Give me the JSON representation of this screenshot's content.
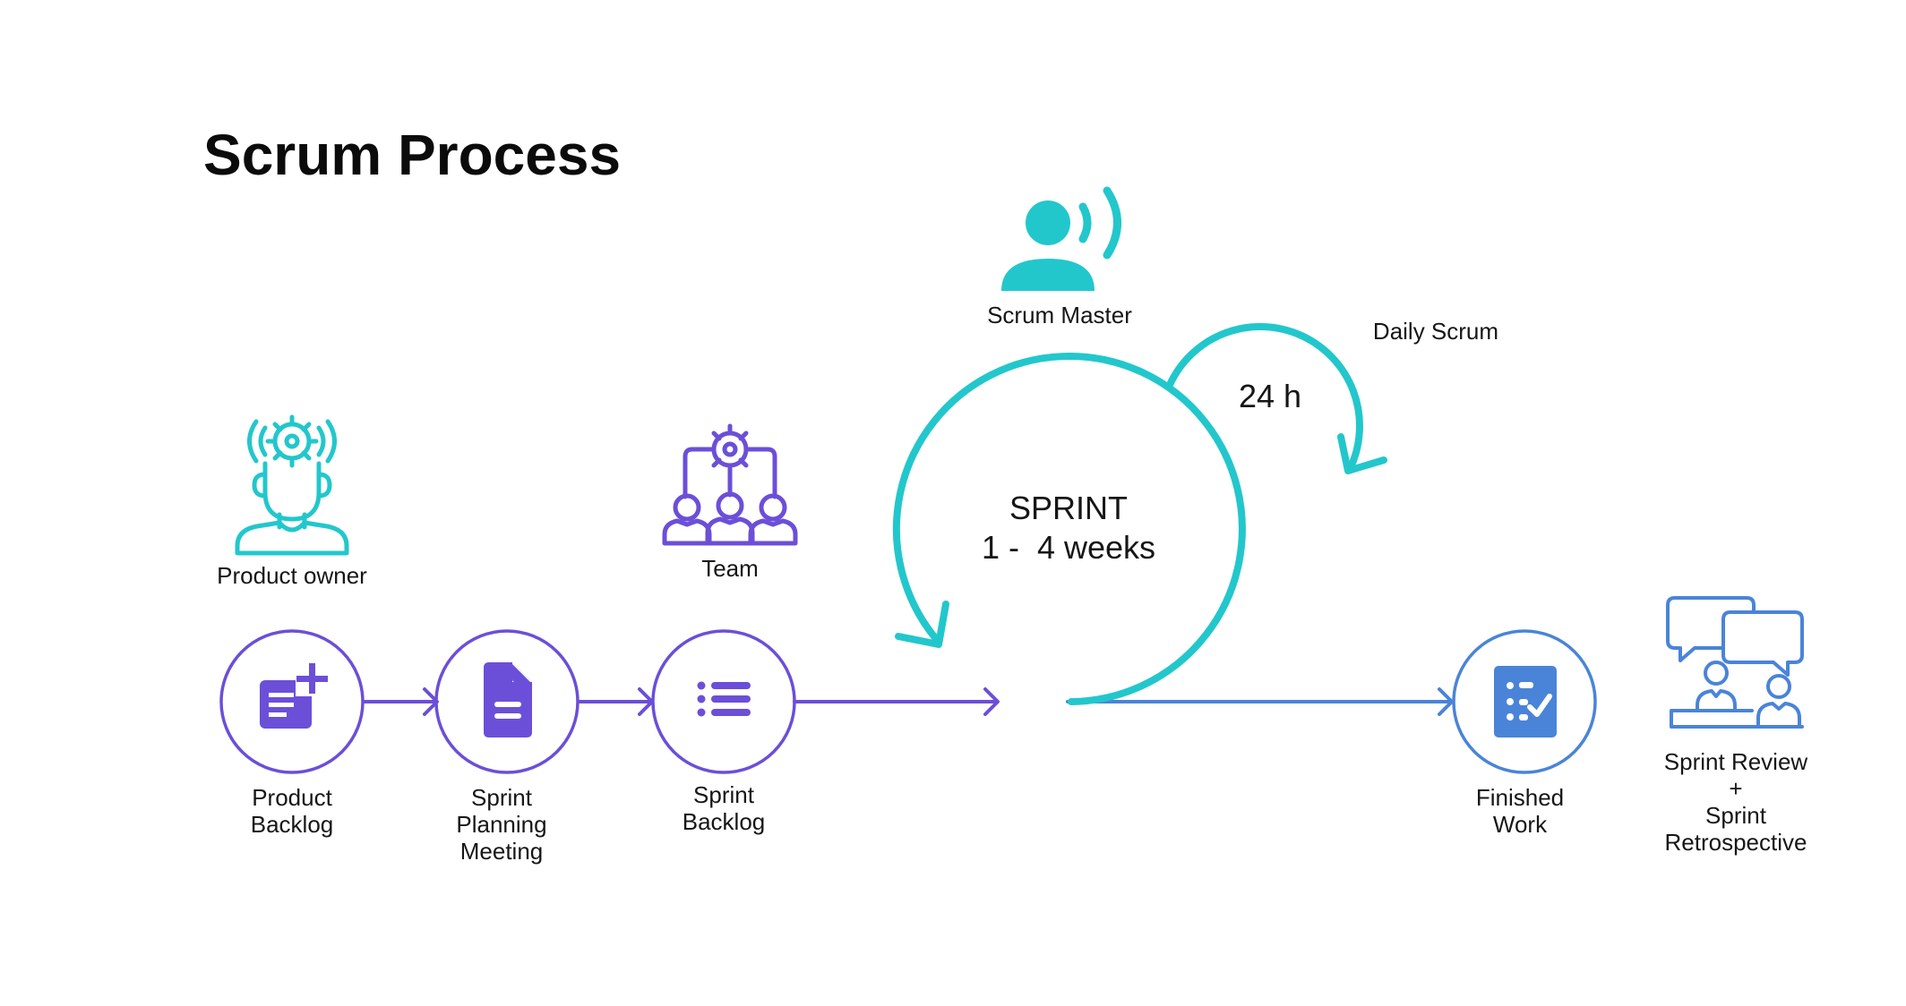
{
  "title": "Scrum Process",
  "colors": {
    "purple": "#6b4fd8",
    "teal": "#22c7cc",
    "blue": "#4a84d8",
    "text": "#161616"
  },
  "roles": {
    "product_owner": {
      "label": "Product owner",
      "icon": "product-owner-icon"
    },
    "team": {
      "label": "Team",
      "icon": "team-icon"
    },
    "scrum_master": {
      "label": "Scrum Master",
      "icon": "scrum-master-icon"
    }
  },
  "steps": {
    "product_backlog": {
      "line1": "Product",
      "line2": "Backlog",
      "icon": "backlog-add-icon"
    },
    "sprint_planning": {
      "line1": "Sprint",
      "line2": "Planning",
      "line3": "Meeting",
      "icon": "document-icon"
    },
    "sprint_backlog": {
      "line1": "Sprint",
      "line2": "Backlog",
      "icon": "list-icon"
    },
    "finished_work": {
      "line1": "Finished",
      "line2": "Work",
      "icon": "checklist-icon"
    },
    "review": {
      "line1": "Sprint Review",
      "line2": "+",
      "line3": "Sprint",
      "line4": "Retrospective",
      "icon": "review-meeting-icon"
    }
  },
  "sprint": {
    "line1": "SPRINT",
    "line2": "1 -  4 weeks"
  },
  "daily": {
    "label": "Daily Scrum",
    "duration": "24 h"
  }
}
